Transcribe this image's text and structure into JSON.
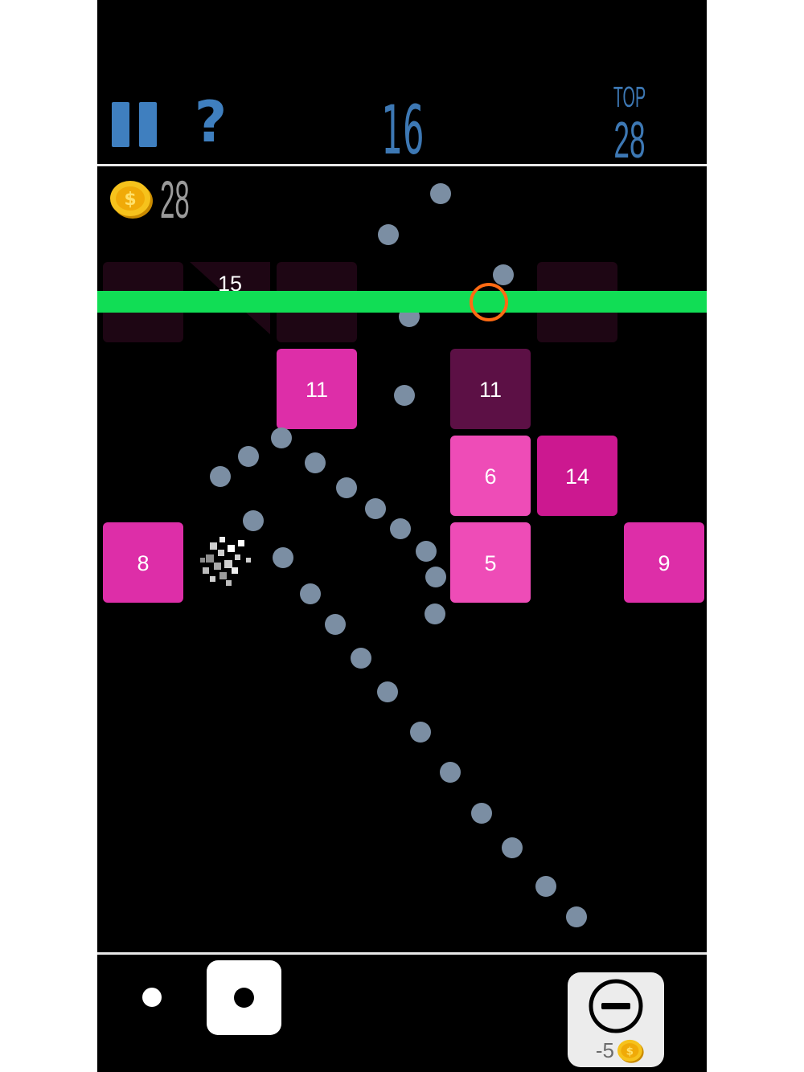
{
  "header": {
    "help_label": "?",
    "score": "16",
    "top_label": "TOP",
    "top_score": "28"
  },
  "coins": {
    "count": "28"
  },
  "colors": {
    "accent_blue": "#3d78b4",
    "laser_green": "#11dd55",
    "block_pink": "#dd2ea8",
    "block_pink_light": "#ee4cb7",
    "block_magenta": "#cc1890",
    "block_dark": "#5c1045",
    "block_faded": "#1e0614",
    "ball_gray": "#7b8ea3",
    "ring_orange": "#ff6a13"
  },
  "blocks": [
    {
      "col": 0,
      "row": 0,
      "value": "",
      "style": "faded"
    },
    {
      "col": 1,
      "row": 0,
      "value": "15",
      "style": "faded-triangle"
    },
    {
      "col": 2,
      "row": 0,
      "value": "",
      "style": "faded"
    },
    {
      "col": 5,
      "row": 0,
      "value": "",
      "style": "faded"
    },
    {
      "col": 2,
      "row": 1,
      "value": "11",
      "style": "pink"
    },
    {
      "col": 4,
      "row": 1,
      "value": "11",
      "style": "dark"
    },
    {
      "col": 4,
      "row": 2,
      "value": "6",
      "style": "light"
    },
    {
      "col": 5,
      "row": 2,
      "value": "14",
      "style": "magenta"
    },
    {
      "col": 0,
      "row": 3,
      "value": "8",
      "style": "pink"
    },
    {
      "col": 4,
      "row": 3,
      "value": "5",
      "style": "light"
    },
    {
      "col": 6,
      "row": 3,
      "value": "9",
      "style": "pink"
    }
  ],
  "icons": {
    "pause": "pause-icon",
    "help": "question-mark-icon",
    "coin": "coin-icon",
    "remove": "minus-circle-icon"
  },
  "bottom": {
    "remove_cost": "-5"
  }
}
